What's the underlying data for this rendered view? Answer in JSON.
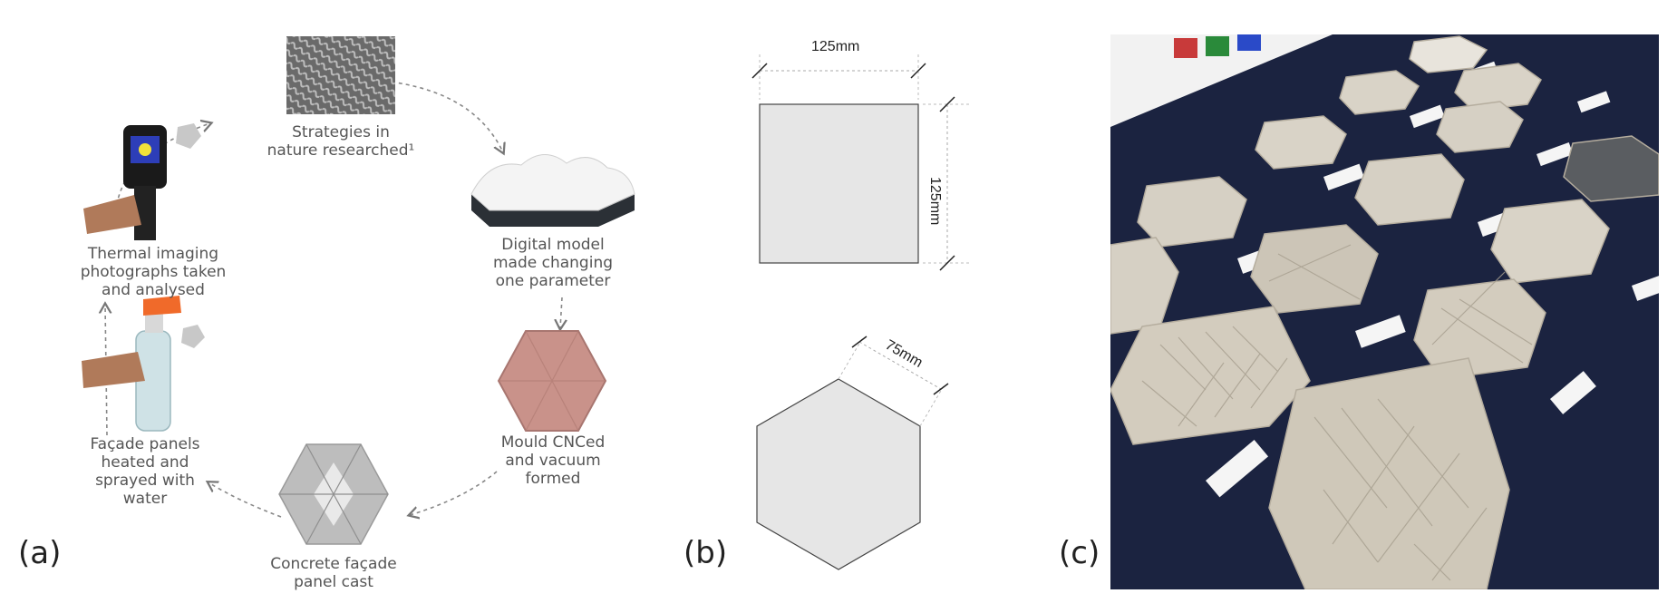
{
  "panel_a": {
    "label": "(a)",
    "steps": [
      "Strategies in nature researched¹",
      "Digital model made changing one parameter",
      "Mould CNCed and vacuum formed",
      "Concrete façade panel cast",
      "Façade panels heated and sprayed with water",
      "Thermal imaging photographs taken and analysed"
    ],
    "captions": {
      "s1": [
        "Strategies in",
        "nature researched¹"
      ],
      "s2": [
        "Digital model",
        "made changing",
        "one parameter"
      ],
      "s3": [
        "Mould CNCed",
        "and vacuum",
        "formed"
      ],
      "s4": [
        "Concrete façade",
        "panel cast"
      ],
      "s5": [
        "Façade panels",
        "heated and",
        "sprayed with",
        "water"
      ],
      "s6": [
        "Thermal imaging",
        "photographs taken",
        "and analysed"
      ]
    }
  },
  "panel_b": {
    "label": "(b)",
    "square_width": "125mm",
    "square_height": "125mm",
    "hex_side": "75mm"
  },
  "panel_c": {
    "label": "(c)"
  },
  "colors": {
    "shape_fill": "#e6e6e6",
    "mould_pink": "#c9928a",
    "table_navy": "#1b2340",
    "concrete": "#d8d2c6",
    "dashed": "#888888"
  }
}
